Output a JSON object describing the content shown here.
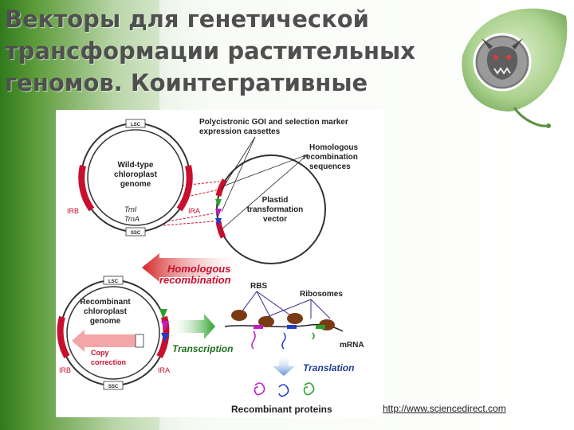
{
  "slide": {
    "title_lines": [
      "Векторы для генетической",
      "трансформации растительных",
      "геномов. Коинтегративные"
    ],
    "source_link": "http://www.sciencedirect.com"
  },
  "colors": {
    "green_gradient_dark": "#2f7a1d",
    "green_gradient_light": "#e9f3e2",
    "arrow_red": "#d42424",
    "text_red": "#c8102e",
    "arrow_green": "#2aa02a",
    "text_blue": "#1f3f8f"
  },
  "diagram": {
    "header_cassettes": [
      "Polycistronic GOI and selection marker",
      "expression cassettes"
    ],
    "label_homologous": [
      "Homologous",
      "recombination",
      "sequences"
    ],
    "wt_genome": [
      "Wild-type",
      "chloroplast",
      "genome"
    ],
    "lsc": "LSC",
    "ssc": "SSC",
    "irb": "IRB",
    "ira": "IRA",
    "trni": "TrnI",
    "trna": "TrnA",
    "vector": [
      "Plastid",
      "transformation",
      "vector"
    ],
    "homologous_recombination": [
      "Homologous",
      "recombination"
    ],
    "rbs": "RBS",
    "ribosomes": "Ribosomes",
    "recombinant_genome": [
      "Recombinant",
      "chloroplast",
      "genome"
    ],
    "copy_correction": [
      "Copy",
      "correction"
    ],
    "transcription": "Transcription",
    "mrna": "mRNA",
    "translation": "Translation",
    "recombinant_proteins": "Recombinant proteins"
  }
}
